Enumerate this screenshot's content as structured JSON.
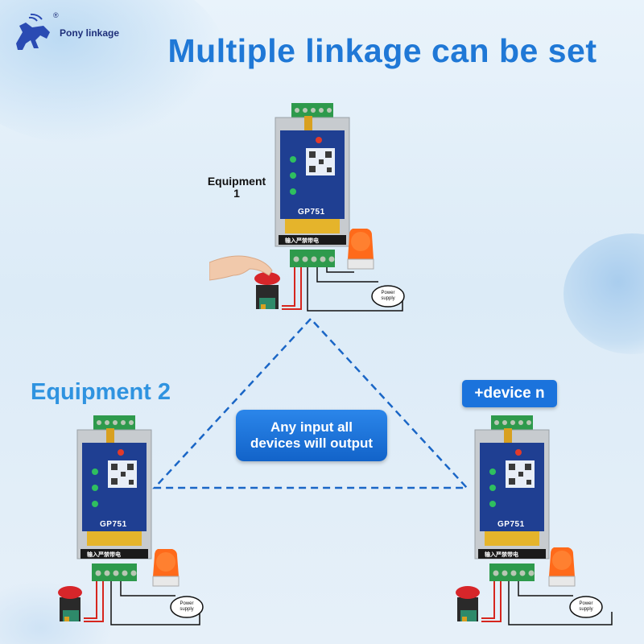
{
  "brand": {
    "name": "Pony linkage",
    "reg_mark": "®"
  },
  "title": "Multiple linkage can be set",
  "labels": {
    "equipment1_line1": "Equipment",
    "equipment1_line2": "1",
    "equipment2": "Equipment 2",
    "device_n": "+device n"
  },
  "note": {
    "line1": "Any input all",
    "line2": "devices will output"
  },
  "device": {
    "model": "GP751",
    "warning": "输入严禁带电",
    "power_supply_line1": "Power",
    "power_supply_line2": "supply"
  },
  "colors": {
    "title": "#1f78d6",
    "equipment2": "#2f93e0",
    "accent_button": "#1b73dc",
    "triangle": "#1a66c6",
    "terminal": "#2e9a4c",
    "device_panel": "#1f3f92"
  },
  "icons": [
    "pony-logo-icon",
    "hand-icon",
    "push-button-icon",
    "warning-light-icon",
    "antenna-icon"
  ]
}
